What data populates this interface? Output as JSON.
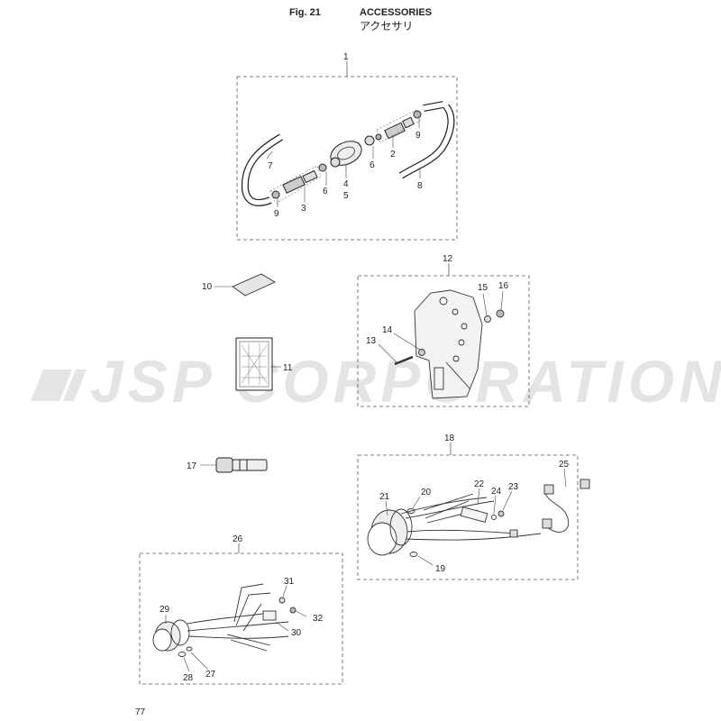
{
  "header": {
    "fig_label": "Fig. 21",
    "title_en": "ACCESSORIES",
    "title_jp": "アクセサリ"
  },
  "watermark": "JSP CORPORATION",
  "page_number": "77",
  "groups": [
    "1",
    "12",
    "18",
    "26"
  ],
  "callouts": [
    "1",
    "2",
    "3",
    "4",
    "5",
    "6",
    "6",
    "7",
    "8",
    "9",
    "9",
    "10",
    "11",
    "12",
    "13",
    "14",
    "15",
    "16",
    "17",
    "18",
    "19",
    "20",
    "21",
    "22",
    "23",
    "24",
    "25",
    "26",
    "27",
    "28",
    "29",
    "30",
    "31",
    "32"
  ]
}
